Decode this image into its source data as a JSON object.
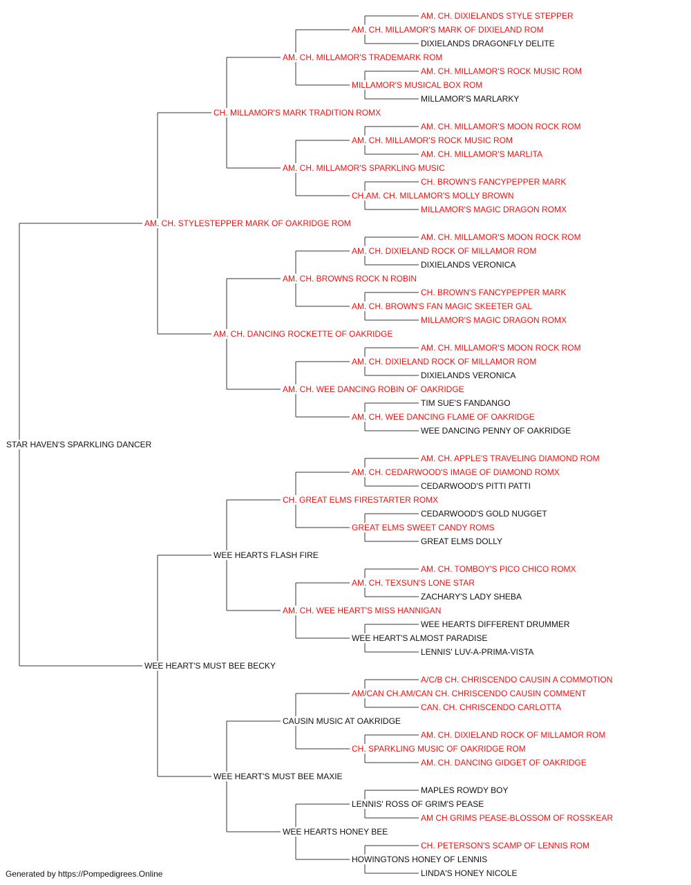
{
  "colors": {
    "champion": "#ee1111",
    "regular": "#111111",
    "line": "#333333"
  },
  "footer": "Generated by https://Pompedigrees.Online",
  "pedigree": {
    "name": "STAR HAVEN'S SPARKLING DANCER",
    "ch": false,
    "sire": {
      "name": "AM. CH. STYLESTEPPER MARK OF OAKRIDGE ROM",
      "ch": true,
      "sire": {
        "name": "CH. MILLAMOR'S MARK TRADITION ROMX",
        "ch": true,
        "sire": {
          "name": "AM. CH. MILLAMOR'S TRADEMARK ROM",
          "ch": true,
          "sire": {
            "name": "AM. CH. MILLAMOR'S MARK OF DIXIELAND ROM",
            "ch": true,
            "sire": {
              "name": "AM. CH. DIXIELANDS STYLE STEPPER",
              "ch": true
            },
            "dam": {
              "name": "DIXIELANDS DRAGONFLY DELITE",
              "ch": false
            }
          },
          "dam": {
            "name": "MILLAMOR'S MUSICAL BOX ROM",
            "ch": true,
            "sire": {
              "name": "AM. CH. MILLAMOR'S ROCK MUSIC ROM",
              "ch": true
            },
            "dam": {
              "name": "MILLAMOR'S MARLARKY",
              "ch": false
            }
          }
        },
        "dam": {
          "name": "AM. CH. MILLAMOR'S SPARKLING MUSIC",
          "ch": true,
          "sire": {
            "name": "AM. CH. MILLAMOR'S ROCK MUSIC ROM",
            "ch": true,
            "sire": {
              "name": "AM. CH. MILLAMOR'S MOON ROCK ROM",
              "ch": true
            },
            "dam": {
              "name": "AM. CH. MILLAMOR'S MARLITA",
              "ch": true
            }
          },
          "dam": {
            "name": "CH.AM. CH. MILLAMOR'S MOLLY BROWN",
            "ch": true,
            "sire": {
              "name": "CH. BROWN'S FANCYPEPPER MARK",
              "ch": true
            },
            "dam": {
              "name": "MILLAMOR'S MAGIC DRAGON ROMX",
              "ch": true
            }
          }
        }
      },
      "dam": {
        "name": "AM. CH. DANCING ROCKETTE OF OAKRIDGE",
        "ch": true,
        "sire": {
          "name": "AM. CH. BROWNS ROCK N ROBIN",
          "ch": true,
          "sire": {
            "name": "AM. CH. DIXIELAND ROCK OF MILLAMOR ROM",
            "ch": true,
            "sire": {
              "name": "AM. CH. MILLAMOR'S MOON ROCK ROM",
              "ch": true
            },
            "dam": {
              "name": "DIXIELANDS VERONICA",
              "ch": false
            }
          },
          "dam": {
            "name": "AM. CH. BROWN'S FAN MAGIC SKEETER GAL",
            "ch": true,
            "sire": {
              "name": "CH. BROWN'S FANCYPEPPER MARK",
              "ch": true
            },
            "dam": {
              "name": "MILLAMOR'S MAGIC DRAGON ROMX",
              "ch": true
            }
          }
        },
        "dam": {
          "name": "AM. CH. WEE DANCING ROBIN OF OAKRIDGE",
          "ch": true,
          "sire": {
            "name": "AM. CH. DIXIELAND ROCK OF MILLAMOR ROM",
            "ch": true,
            "sire": {
              "name": "AM. CH. MILLAMOR'S MOON ROCK ROM",
              "ch": true
            },
            "dam": {
              "name": "DIXIELANDS VERONICA",
              "ch": false
            }
          },
          "dam": {
            "name": "AM. CH. WEE DANCING FLAME OF OAKRIDGE",
            "ch": true,
            "sire": {
              "name": "TIM SUE'S FANDANGO",
              "ch": false
            },
            "dam": {
              "name": "WEE DANCING PENNY OF OAKRIDGE",
              "ch": false
            }
          }
        }
      }
    },
    "dam": {
      "name": "WEE HEART'S MUST BEE BECKY",
      "ch": false,
      "sire": {
        "name": "WEE HEARTS FLASH FIRE",
        "ch": false,
        "sire": {
          "name": "CH. GREAT ELMS FIRESTARTER ROMX",
          "ch": true,
          "sire": {
            "name": "AM. CH. CEDARWOOD'S IMAGE OF DIAMOND ROMX",
            "ch": true,
            "sire": {
              "name": "AM. CH. APPLE'S TRAVELING DIAMOND ROM",
              "ch": true
            },
            "dam": {
              "name": "CEDARWOOD'S PITTI PATTI",
              "ch": false
            }
          },
          "dam": {
            "name": "GREAT ELMS SWEET CANDY ROMS",
            "ch": true,
            "sire": {
              "name": "CEDARWOOD'S GOLD NUGGET",
              "ch": false
            },
            "dam": {
              "name": "GREAT ELMS DOLLY",
              "ch": false
            }
          }
        },
        "dam": {
          "name": "AM. CH. WEE HEART'S MISS HANNIGAN",
          "ch": true,
          "sire": {
            "name": "AM. CH. TEXSUN'S LONE STAR",
            "ch": true,
            "sire": {
              "name": "AM. CH. TOMBOY'S PICO CHICO ROMX",
              "ch": true
            },
            "dam": {
              "name": "ZACHARY'S LADY SHEBA",
              "ch": false
            }
          },
          "dam": {
            "name": "WEE HEART'S ALMOST PARADISE",
            "ch": false,
            "sire": {
              "name": "WEE HEARTS DIFFERENT DRUMMER",
              "ch": false
            },
            "dam": {
              "name": "LENNIS' LUV-A-PRIMA-VISTA",
              "ch": false
            }
          }
        }
      },
      "dam": {
        "name": "WEE HEART'S MUST BEE MAXIE",
        "ch": false,
        "sire": {
          "name": "CAUSIN MUSIC AT OAKRIDGE",
          "ch": false,
          "sire": {
            "name": "AM/CAN CH.AM/CAN CH. CHRISCENDO CAUSIN COMMENT",
            "ch": true,
            "sire": {
              "name": "A/C/B CH. CHRISCENDO CAUSIN A COMMOTION",
              "ch": true
            },
            "dam": {
              "name": "CAN. CH. CHRISCENDO CARLOTTA",
              "ch": true
            }
          },
          "dam": {
            "name": "CH. SPARKLING MUSIC OF OAKRIDGE ROM",
            "ch": true,
            "sire": {
              "name": "AM. CH. DIXIELAND ROCK OF MILLAMOR ROM",
              "ch": true
            },
            "dam": {
              "name": "AM. CH. DANCING GIDGET OF OAKRIDGE",
              "ch": true
            }
          }
        },
        "dam": {
          "name": "WEE HEARTS HONEY BEE",
          "ch": false,
          "sire": {
            "name": "LENNIS' ROSS OF GRIM'S PEASE",
            "ch": false,
            "sire": {
              "name": "MAPLES ROWDY BOY",
              "ch": false
            },
            "dam": {
              "name": "AM CH GRIMS PEASE-BLOSSOM OF ROSSKEAR",
              "ch": true
            }
          },
          "dam": {
            "name": "HOWINGTONS HONEY OF LENNIS",
            "ch": false,
            "sire": {
              "name": "CH. PETERSON'S SCAMP OF LENNIS ROM",
              "ch": true
            },
            "dam": {
              "name": "LINDA'S HONEY NICOLE",
              "ch": false
            }
          }
        }
      }
    }
  }
}
